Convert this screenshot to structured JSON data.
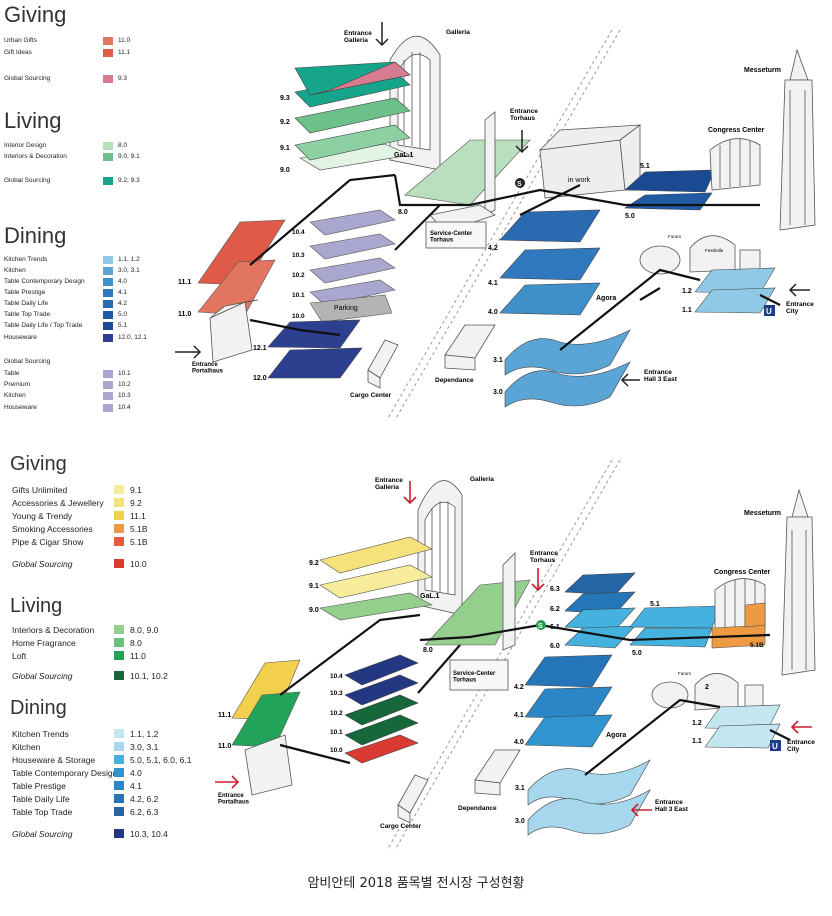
{
  "top": {
    "legend": {
      "giving": {
        "title": "Giving",
        "items": [
          {
            "name": "Urban Gifts",
            "value": "11.0",
            "color": "#e2755f"
          },
          {
            "name": "Gift Ideas",
            "value": "11.1",
            "color": "#e05a4a"
          },
          {
            "name": "Global Sourcing",
            "value": "9.3",
            "color": "#d87b91"
          }
        ]
      },
      "living": {
        "title": "Living",
        "items": [
          {
            "name": "Interior Design",
            "value": "8.0",
            "color": "#b9dfbf"
          },
          {
            "name": "Interiors & Decoration",
            "value": "9.0, 9.1",
            "color": "#6cc18a"
          },
          {
            "name": "Global Sourcing",
            "value": "9.2, 9.3",
            "color": "#16a58a"
          }
        ]
      },
      "dining": {
        "title": "Dining",
        "items": [
          {
            "name": "Kitchen Trends",
            "value": "1.1, 1.2",
            "color": "#8fc9e6"
          },
          {
            "name": "Kitchen",
            "value": "3.0, 3.1",
            "color": "#5aa5d6"
          },
          {
            "name": "Table Contemporary Design",
            "value": "4.0",
            "color": "#3f8fc8"
          },
          {
            "name": "Table Prestige",
            "value": "4.1",
            "color": "#2f78bd"
          },
          {
            "name": "Table Daily Life",
            "value": "4.2",
            "color": "#2a6ab0"
          },
          {
            "name": "Table Top Trade",
            "value": "5.0",
            "color": "#1f5aa2"
          },
          {
            "name": "Table Daily Life / Top Trade",
            "value": "5.1",
            "color": "#1b4a92"
          },
          {
            "name": "Houseware",
            "value": "12.0, 12.1",
            "color": "#2d3f8f"
          }
        ]
      },
      "dining_gs": {
        "title": "Global Sourcing",
        "items": [
          {
            "name": "Table",
            "value": "10.1",
            "color": "#a9a6cf"
          },
          {
            "name": "Premium",
            "value": "10.2",
            "color": "#a9a6cf"
          },
          {
            "name": "Kitchen",
            "value": "10.3",
            "color": "#a9a6cf"
          },
          {
            "name": "Houseware",
            "value": "10.4",
            "color": "#a9a6cf"
          }
        ]
      }
    },
    "map": {
      "entrance_galleria": "Entrance\nGalleria",
      "galleria": "Galleria",
      "entrance_torhaus": "Entrance\nTorhaus",
      "messeturm": "Messeturm",
      "congress_center": "Congress Center",
      "in_work": "in work",
      "service_center": "Service-Center\nTorhaus",
      "parking": "Parking",
      "agora": "Agora",
      "dependance": "Dependance",
      "cargo_center": "Cargo Center",
      "entrance_portalhaus": "Entrance\nPortalhaus",
      "entrance_hall3": "Entrance\nHall 3 East",
      "entrance_city": "Entrance\nCity",
      "festhalle": "Festhalle",
      "forum": "Forum",
      "gal1": "GaL.1",
      "levels": {
        "l93": "9.3",
        "l92": "9.2",
        "l91": "9.1",
        "l90": "9.0",
        "l80": "8.0",
        "l104": "10.4",
        "l103": "10.3",
        "l102": "10.2",
        "l101": "10.1",
        "l100": "10.0",
        "l111": "11.1",
        "l110": "11.0",
        "l121": "12.1",
        "l120": "12.0",
        "l51": "5.1",
        "l50": "5.0",
        "l42": "4.2",
        "l41": "4.1",
        "l40": "4.0",
        "l31": "3.1",
        "l30": "3.0",
        "l12": "1.2",
        "l11": "1.1"
      }
    }
  },
  "bottom": {
    "legend": {
      "giving": {
        "title": "Giving",
        "items": [
          {
            "name": "Gifts Unlimited",
            "value": "9.1",
            "color": "#f6ec9a"
          },
          {
            "name": "Accessories & Jewellery",
            "value": "9.2",
            "color": "#f6e27a"
          },
          {
            "name": "Young & Trendy",
            "value": "11.1",
            "color": "#f3cf4e"
          },
          {
            "name": "Smoking Accessories",
            "value": "5.1B",
            "color": "#ee9a43"
          },
          {
            "name": "Pipe & Cigar Show",
            "value": "5.1B",
            "color": "#e45c3a"
          },
          {
            "name": "Global Sourcing",
            "value": "10.0",
            "color": "#d93a32",
            "italic": true
          }
        ]
      },
      "living": {
        "title": "Living",
        "items": [
          {
            "name": "Interiors & Decoration",
            "value": "8.0, 9.0",
            "color": "#95cf8e"
          },
          {
            "name": "Home Fragrance",
            "value": "8.0",
            "color": "#6cbf7d"
          },
          {
            "name": "Loft",
            "value": "11.0",
            "color": "#23a25a"
          },
          {
            "name": "Global Sourcing",
            "value": "10.1, 10.2",
            "color": "#16673a",
            "italic": true
          }
        ]
      },
      "dining": {
        "title": "Dining",
        "items": [
          {
            "name": "Kitchen Trends",
            "value": "1.1, 1.2",
            "color": "#c4e6f1"
          },
          {
            "name": "Kitchen",
            "value": "3.0, 3.1",
            "color": "#a6d7ec"
          },
          {
            "name": "Houseware & Storage",
            "value": "5.0, 5.1, 6.0, 6.1",
            "color": "#44b1df"
          },
          {
            "name": "Table Contemporary Design",
            "value": "4.0",
            "color": "#2f94cf"
          },
          {
            "name": "Table Prestige",
            "value": "4.1",
            "color": "#2a86c6"
          },
          {
            "name": "Table Daily Life",
            "value": "4.2, 6.2",
            "color": "#2576b8"
          },
          {
            "name": "Table Top Trade",
            "value": "6.2, 6.3",
            "color": "#2465a6"
          },
          {
            "name": "Global Sourcing",
            "value": "10.3, 10.4",
            "color": "#243782",
            "italic": true
          }
        ]
      }
    },
    "map": {
      "entrance_galleria": "Entrance\nGalleria",
      "galleria": "Galleria",
      "entrance_torhaus": "Entrance\nTorhaus",
      "messeturm": "Messeturm",
      "congress_center": "Congress Center",
      "service_center": "Service-Center\nTorhaus",
      "agora": "Agora",
      "dependance": "Dependance",
      "cargo_center": "Cargo Center",
      "entrance_portalhaus": "Entrance\nPortalhaus",
      "entrance_hall3": "Entrance\nHall 3 East",
      "entrance_city": "Entrance\nCity",
      "forum": "Forum",
      "gal1": "GaL.1",
      "levels": {
        "l92": "9.2",
        "l91": "9.1",
        "l90": "9.0",
        "l80": "8.0",
        "l104": "10.4",
        "l103": "10.3",
        "l102": "10.2",
        "l101": "10.1",
        "l100": "10.0",
        "l111": "11.1",
        "l110": "11.0",
        "l63": "6.3",
        "l62": "6.2",
        "l61": "6.1",
        "l60": "6.0",
        "l51": "5.1",
        "l50": "5.0",
        "l51b": "5.1B",
        "l42": "4.2",
        "l41": "4.1",
        "l40": "4.0",
        "l31": "3.1",
        "l30": "3.0",
        "l12": "1.2",
        "l11": "1.1",
        "l2": "2"
      }
    }
  },
  "caption": "암비안테 2018 품목별 전시장 구성현황"
}
